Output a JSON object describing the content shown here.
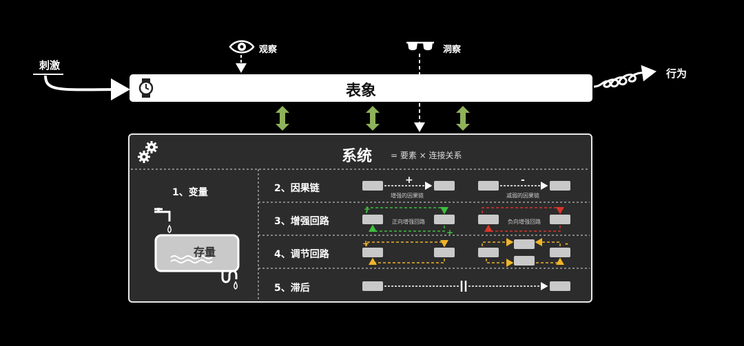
{
  "stimulus": "刺激",
  "behavior": "行为",
  "observe": "观察",
  "insight": "洞察",
  "surface": "表象",
  "system": {
    "title": "系统",
    "formula": "= 要素 × 连接关系"
  },
  "rows": [
    {
      "label": "1、变量"
    },
    {
      "label": "2、因果链",
      "left_caption": "增强的因果链",
      "right_caption": "减弱的因果链",
      "left_sign": "+",
      "right_sign": "-"
    },
    {
      "label": "3、增强回路",
      "left_caption": "正向增强回路",
      "right_caption": "负向增强回路"
    },
    {
      "label": "4、调节回路"
    },
    {
      "label": "5、滞后"
    }
  ],
  "stock": "存量",
  "colors": {
    "panel_bg": "#2c2c2c",
    "node": "#c9c9c9",
    "green": "#3fbf3f",
    "red": "#d9342b",
    "yellow": "#f0b429",
    "arrow_green": "#8fb25a"
  }
}
